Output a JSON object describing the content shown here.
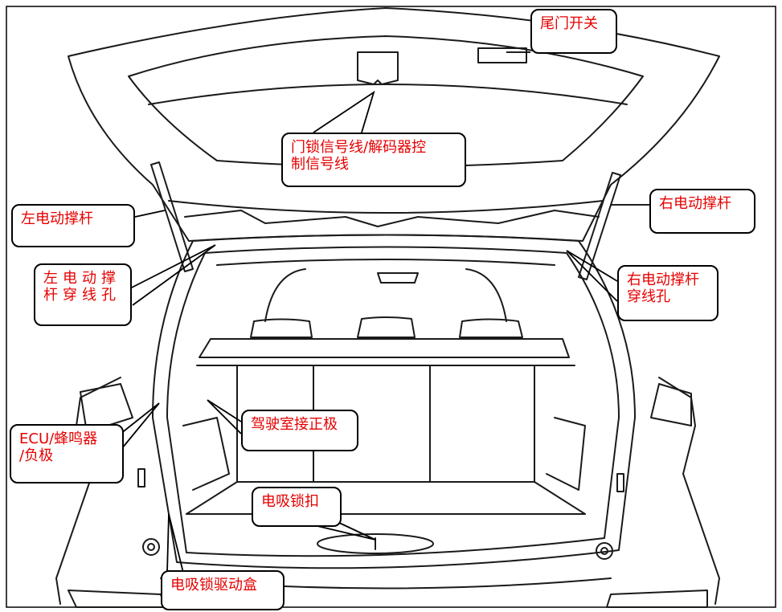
{
  "labels": {
    "tailgate_switch": "尾门开关",
    "door_lock_signal": "门锁信号线/解码器控\n制信号线",
    "left_strut": "左电动撑杆",
    "right_strut": "右电动撑杆",
    "left_strut_hole": "左电动撑\n杆穿线孔",
    "right_strut_hole": "右电动撑杆\n穿线孔",
    "ecu_buzzer": "ECU/蜂鸣器\n/负极",
    "cabin_positive": "驾驶室接正极",
    "latch": "电吸锁扣",
    "latch_driver_box": "电吸锁驱动盒"
  },
  "colors": {
    "label_text": "#e60000",
    "outline": "#000000",
    "line_art": "#1a1a1a"
  }
}
